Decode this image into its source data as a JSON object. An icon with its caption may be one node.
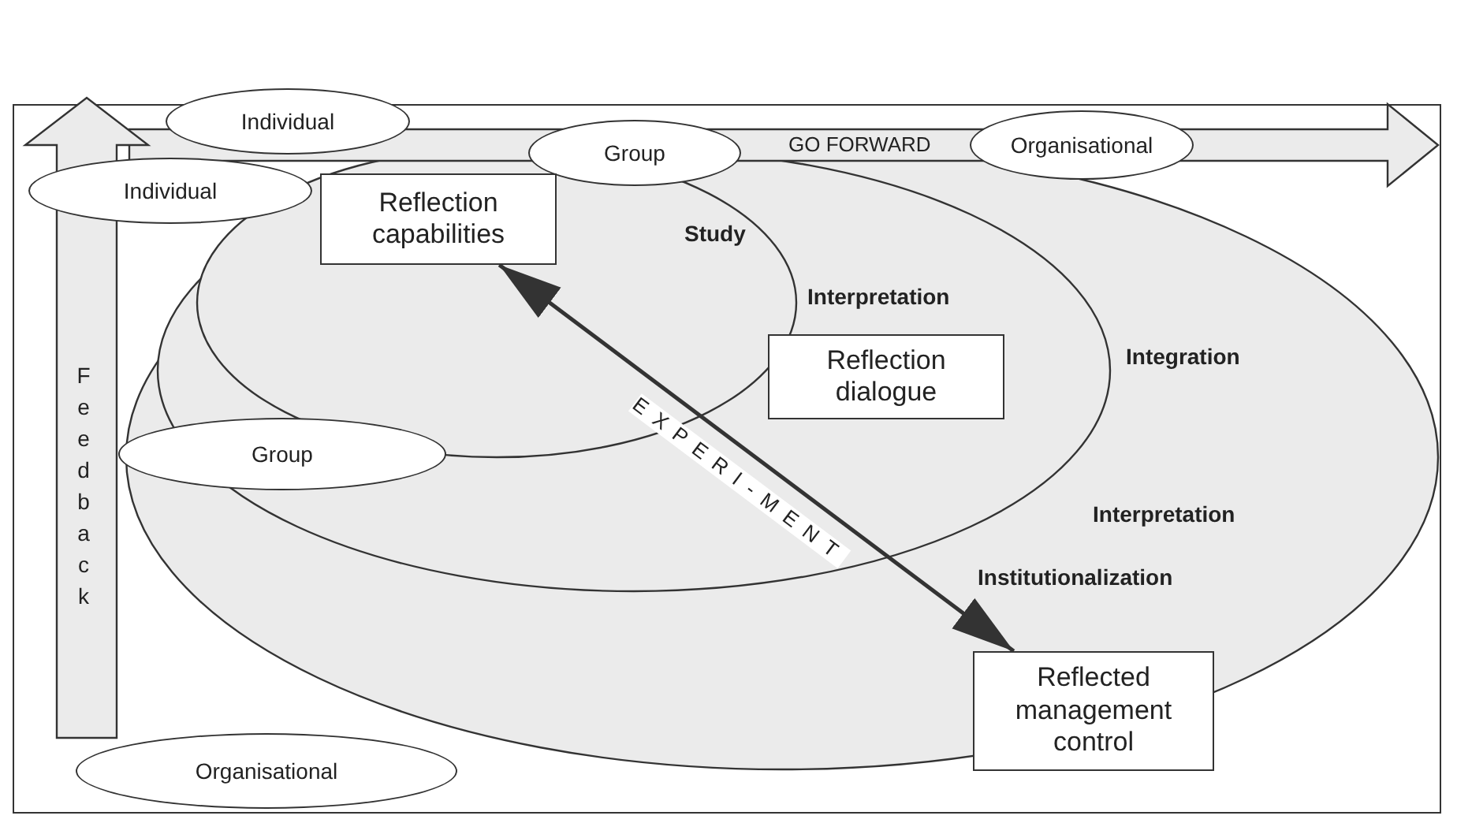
{
  "diagram": {
    "nodes": [
      {
        "text": [
          "Individual"
        ]
      },
      {
        "text": [
          "Group"
        ]
      },
      {
        "text": [
          "Organisational"
        ]
      },
      {
        "text": [
          "Individual"
        ]
      },
      {
        "text": [
          "Reflection capabilities"
        ]
      },
      {
        "text": [
          "Reflection dialogue"
        ]
      },
      {
        "text": [
          "Group"
        ]
      },
      {
        "text": [
          "Reflected management control"
        ]
      },
      {
        "text": [
          "Organisational"
        ]
      }
    ],
    "edges": [
      {
        "from": 4,
        "to": 7,
        "arrow": "both",
        "label": "EXPERI-MENT"
      }
    ],
    "labels": [
      "GO FORWARD",
      "Feedback",
      "Study",
      "Interpretation",
      "Integration",
      "Interpretation",
      "Institutionalization"
    ]
  }
}
